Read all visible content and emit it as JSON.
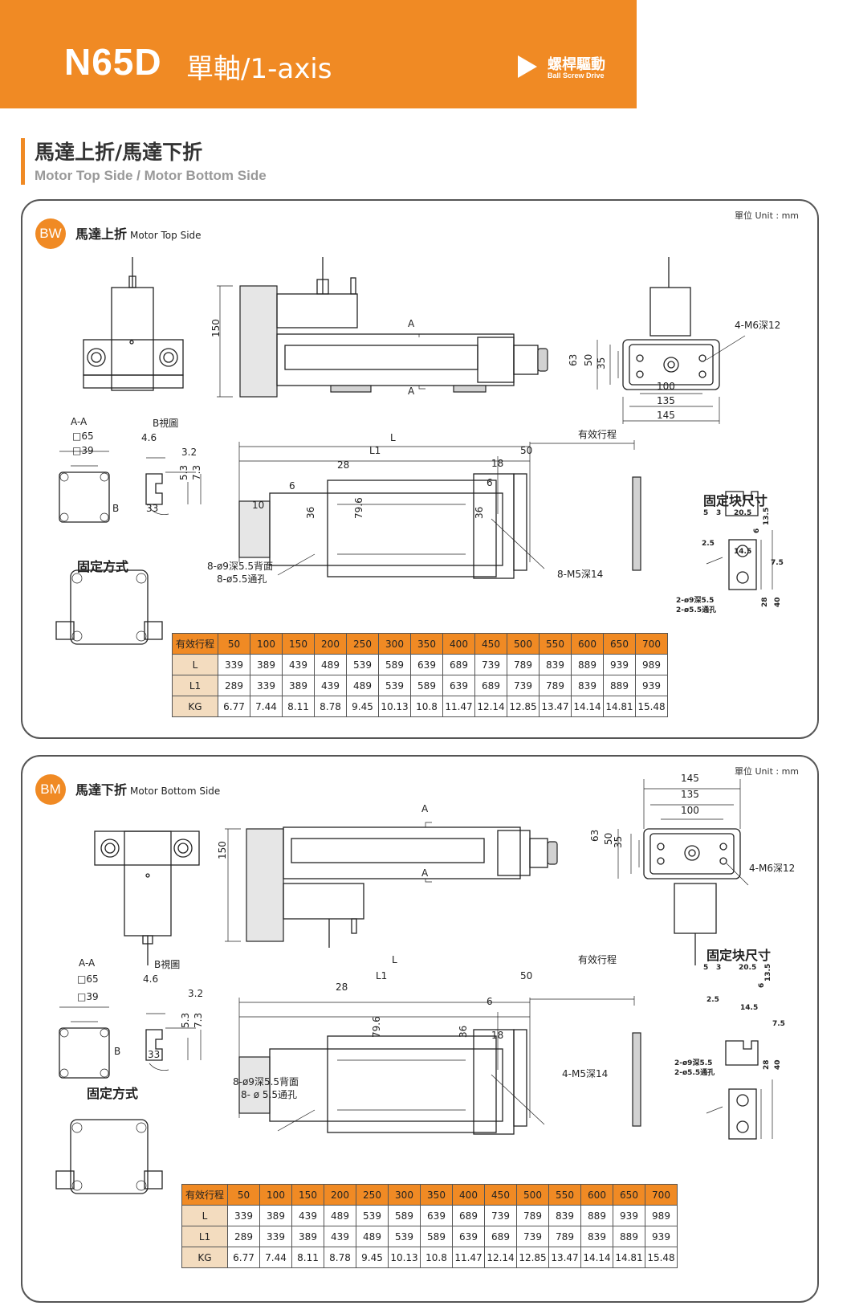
{
  "header": {
    "model": "N65D",
    "axis": "單軸/1-axis",
    "drive_zh": "螺桿驅動",
    "drive_en": "Ball Screw Drive"
  },
  "section": {
    "title_zh": "馬達上折/馬達下折",
    "title_en": "Motor Top Side / Motor Bottom Side"
  },
  "colors": {
    "accent": "#f08a24",
    "row_header": "#f3dcbf"
  },
  "panels": [
    {
      "badge": "BW",
      "title_zh": "馬達上折",
      "title_en": "Motor Top Side",
      "unit": "單位 Unit : mm",
      "labels": {
        "height150": "150",
        "sec_a_top": "A",
        "sec_a_bot": "A",
        "d63": "63",
        "d50": "50",
        "d35": "35",
        "w100": "100",
        "w135": "135",
        "w145": "145",
        "m6": "4-M6深12",
        "aa": "A-A",
        "bview": "B視圖",
        "sq65": "□65",
        "sq39": "□39",
        "d46": "4.6",
        "d32": "3.2",
        "d53": "5.3",
        "d73": "7.3",
        "d33": "33",
        "bmark": "B",
        "L": "L",
        "L1": "L1",
        "d50b": "50",
        "stroke": "有效行程",
        "d28": "28",
        "d18": "18",
        "d6a": "6",
        "d6b": "6",
        "d10": "10",
        "d36a": "36",
        "d796": "79.6",
        "d36b": "36",
        "holes1": "8-ø9深5.5背面",
        "holes2": "8-ø5.5通孔",
        "m5": "8-M5深14",
        "fix_method": "固定方式",
        "block_title": "固定块尺寸",
        "b5": "5",
        "b3": "3",
        "b205": "20.5",
        "b25": "2.5",
        "b145": "14.5",
        "b135": "13.5",
        "b6": "6",
        "b75": "7.5",
        "bh1": "2-ø9深5.5",
        "bh2": "2-ø5.5通孔",
        "b28": "28",
        "b40": "40"
      }
    },
    {
      "badge": "BM",
      "title_zh": "馬達下折",
      "title_en": "Motor Bottom Side",
      "unit": "單位 Unit : mm",
      "labels": {
        "height150": "150",
        "sec_a_top": "A",
        "sec_a_bot": "A",
        "d63": "63",
        "d50": "50",
        "d35": "35",
        "w100": "100",
        "w135": "135",
        "w145": "145",
        "m6": "4-M6深12",
        "aa": "A-A",
        "bview": "B視圖",
        "sq65": "□65",
        "sq39": "□39",
        "d46": "4.6",
        "d32": "3.2",
        "d53": "5.3",
        "d73": "7.3",
        "d33": "33",
        "bmark": "B",
        "L": "L",
        "L1": "L1",
        "d50b": "50",
        "stroke": "有效行程",
        "d28": "28",
        "d18": "18",
        "d6a": "6",
        "d6b": "",
        "d10": "",
        "d36a": "",
        "d796": "79.6",
        "d36b": "36",
        "holes1": "8-ø9深5.5背面",
        "holes2": "8- ø 5.5通孔",
        "m5": "4-M5深14",
        "fix_method": "固定方式",
        "block_title": "固定块尺寸",
        "b5": "5",
        "b3": "3",
        "b205": "20.5",
        "b25": "2.5",
        "b145": "14.5",
        "b135": "13.5",
        "b6": "6",
        "b75": "7.5",
        "bh1": "2-ø9深5.5",
        "bh2": "2-ø5.5通孔",
        "b28": "28",
        "b40": "40"
      }
    }
  ],
  "spec_table": {
    "stroke_label": "有效行程",
    "strokes": [
      "50",
      "100",
      "150",
      "200",
      "250",
      "300",
      "350",
      "400",
      "450",
      "500",
      "550",
      "600",
      "650",
      "700"
    ],
    "rows": [
      {
        "label": "L",
        "values": [
          "339",
          "389",
          "439",
          "489",
          "539",
          "589",
          "639",
          "689",
          "739",
          "789",
          "839",
          "889",
          "939",
          "989"
        ]
      },
      {
        "label": "L1",
        "values": [
          "289",
          "339",
          "389",
          "439",
          "489",
          "539",
          "589",
          "639",
          "689",
          "739",
          "789",
          "839",
          "889",
          "939"
        ]
      },
      {
        "label": "KG",
        "values": [
          "6.77",
          "7.44",
          "8.11",
          "8.78",
          "9.45",
          "10.13",
          "10.8",
          "11.47",
          "12.14",
          "12.85",
          "13.47",
          "14.14",
          "14.81",
          "15.48"
        ]
      }
    ]
  }
}
